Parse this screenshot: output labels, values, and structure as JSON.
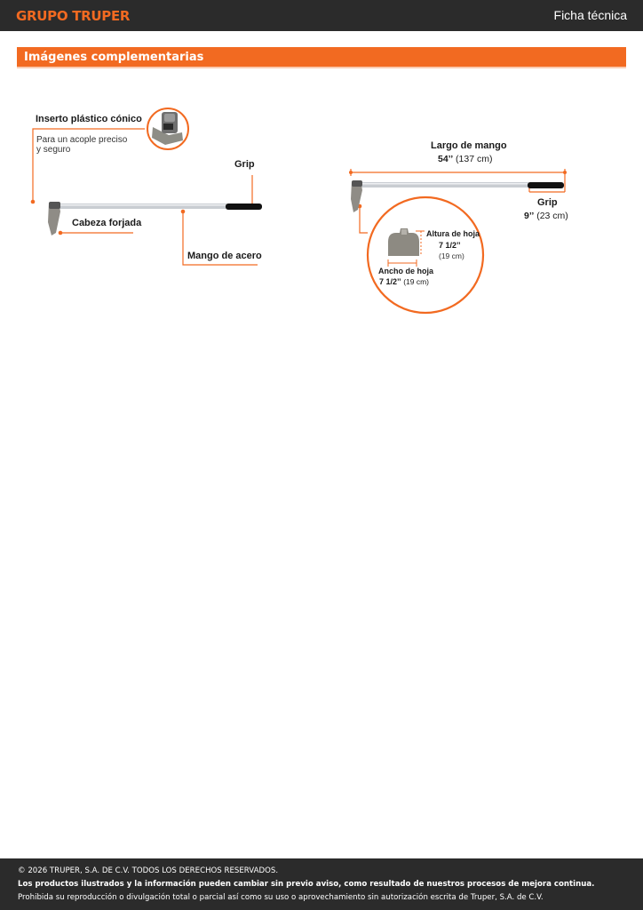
{
  "header": {
    "brand": "GRUPO TRUPER",
    "doc_title": "Ficha técnica"
  },
  "section": {
    "title": "Imágenes complementarias"
  },
  "figure_left": {
    "insert_title": "Inserto plástico cónico",
    "insert_desc_1": "Para un acople preciso",
    "insert_desc_2": "y seguro",
    "grip": "Grip",
    "head": "Cabeza forjada",
    "handle": "Mango de acero"
  },
  "figure_right": {
    "handle_length_title": "Largo de mango",
    "handle_length_value": "54’’",
    "handle_length_metric": "(137 cm)",
    "grip_title": "Grip",
    "grip_value": "9’’",
    "grip_metric": "(23 cm)",
    "blade_height_title": "Altura de hoja",
    "blade_height_value": "7 1/2’’",
    "blade_height_metric": "(19 cm)",
    "blade_width_title": "Ancho de hoja",
    "blade_width_value": "7 1/2’’",
    "blade_width_metric": "(19 cm)"
  },
  "colors": {
    "accent": "#f26a21",
    "dark": "#2b2b2b"
  },
  "footer": {
    "copyright": "© 2026 TRUPER, S.A. DE C.V. TODOS LOS DERECHOS RESERVADOS.",
    "notice": "Los productos ilustrados y la información pueden cambiar sin previo aviso, como resultado de nuestros procesos de mejora continua.",
    "legal": "Prohibida su reproducción o divulgación total o parcial así como su uso o aprovechamiento sin autorización escrita de Truper, S.A. de C.V."
  }
}
